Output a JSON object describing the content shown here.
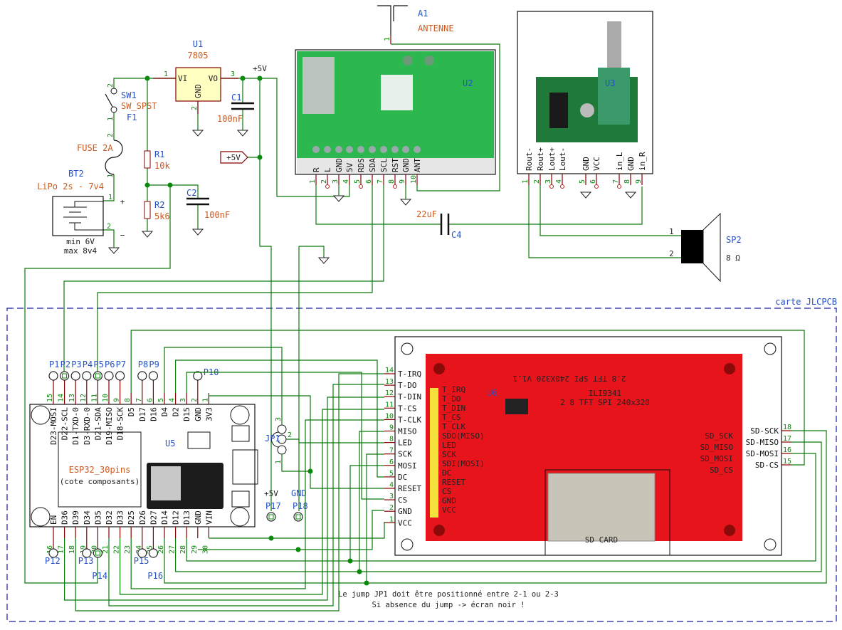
{
  "sheet": {
    "frame_label": "carte JLCPCB",
    "note": [
      "Le jump JP1 doit être positionné entre 2-1 ou 2-3",
      "Si absence du jump -> écran noir !"
    ]
  },
  "colors": {
    "wire": "#0a7a0a",
    "pin": "#840000",
    "reference": "#2450c8",
    "value": "#d05a1e",
    "regulator_fill": "#ffffc2",
    "tft_board": "#e8141c",
    "radio_board": "#22b14c"
  },
  "power": {
    "u1": {
      "ref": "U1",
      "value": "7805",
      "vi": "VI",
      "vo": "VO",
      "gnd": "GND",
      "pin_vi": "1",
      "pin_gnd": "2",
      "pin_vo": "3"
    },
    "sw1": {
      "ref": "SW1",
      "value": "SW_SPST",
      "pin_top": "2",
      "pin_bottom": "1"
    },
    "f1": {
      "ref": "F1",
      "value": "FUSE 2A",
      "pin_top": "2",
      "pin_bottom": "1"
    },
    "bt2": {
      "ref": "BT2",
      "value": "LiPo 2s - 7v4",
      "note_min": "min 6V",
      "note_max": "max 8v4",
      "plus": "+",
      "minus": "−",
      "pin_plus": "1",
      "pin_minus": "2"
    },
    "r1": {
      "ref": "R1",
      "value": "10k"
    },
    "r2": {
      "ref": "R2",
      "value": "5k6"
    },
    "c1": {
      "ref": "C1",
      "value": "100nF"
    },
    "c2": {
      "ref": "C2",
      "value": "100nF"
    },
    "net_5v": "+5V",
    "flag_5v": "+5V"
  },
  "antenna": {
    "ref": "A1",
    "value": "ANTENNE",
    "pin": "1"
  },
  "u2": {
    "ref": "U2",
    "pins": [
      {
        "num": "1",
        "name": "R"
      },
      {
        "num": "2",
        "name": "L"
      },
      {
        "num": "3",
        "name": "GND"
      },
      {
        "num": "4",
        "name": "5V"
      },
      {
        "num": "5",
        "name": "RDS"
      },
      {
        "num": "6",
        "name": "SDA"
      },
      {
        "num": "7",
        "name": "SCL"
      },
      {
        "num": "8",
        "name": "RST"
      },
      {
        "num": "9",
        "name": "GND"
      },
      {
        "num": "10",
        "name": "ANT"
      }
    ]
  },
  "u3": {
    "ref": "U3",
    "pins": [
      {
        "num": "1",
        "name": "Rout-"
      },
      {
        "num": "2",
        "name": "Rout+"
      },
      {
        "num": "3",
        "name": "Lout+"
      },
      {
        "num": "4",
        "name": "Lout-"
      },
      {
        "num": "5",
        "name": "GND"
      },
      {
        "num": "6",
        "name": "VCC"
      },
      {
        "num": "7",
        "name": "in_L"
      },
      {
        "num": "8",
        "name": "GND"
      },
      {
        "num": "9",
        "name": "in_R"
      }
    ]
  },
  "c4": {
    "ref": "C4",
    "value": "22uF"
  },
  "sp2": {
    "ref": "SP2",
    "value": "8 Ω",
    "pin1": "1",
    "pin2": "2"
  },
  "u5": {
    "ref": "U5",
    "value": "ESP32_30pins",
    "subtitle": "(cote composants)",
    "top_pins": [
      {
        "num": "15",
        "name": "D23-MOSI"
      },
      {
        "num": "14",
        "name": "D22-SCL"
      },
      {
        "num": "13",
        "name": "D1-TXD-0"
      },
      {
        "num": "12",
        "name": "D3-RXD-0"
      },
      {
        "num": "11",
        "name": "D21-SDA"
      },
      {
        "num": "10",
        "name": "D19-MISO"
      },
      {
        "num": "9",
        "name": "D18-SCK"
      },
      {
        "num": "8",
        "name": "D5"
      },
      {
        "num": "7",
        "name": "D17"
      },
      {
        "num": "6",
        "name": "D16"
      },
      {
        "num": "5",
        "name": "D4"
      },
      {
        "num": "4",
        "name": "D2"
      },
      {
        "num": "3",
        "name": "D15"
      },
      {
        "num": "2",
        "name": "GND"
      },
      {
        "num": "1",
        "name": "3V3"
      }
    ],
    "bottom_pins": [
      {
        "num": "16",
        "name": "EN"
      },
      {
        "num": "17",
        "name": "D36"
      },
      {
        "num": "18",
        "name": "D39"
      },
      {
        "num": "19",
        "name": "D34"
      },
      {
        "num": "20",
        "name": "D35"
      },
      {
        "num": "21",
        "name": "D32"
      },
      {
        "num": "22",
        "name": "D33"
      },
      {
        "num": "23",
        "name": "D25"
      },
      {
        "num": "24",
        "name": "D26"
      },
      {
        "num": "25",
        "name": "D27"
      },
      {
        "num": "26",
        "name": "D14"
      },
      {
        "num": "27",
        "name": "D12"
      },
      {
        "num": "28",
        "name": "D13"
      },
      {
        "num": "29",
        "name": "GND"
      },
      {
        "num": "30",
        "name": "VIN"
      }
    ]
  },
  "test_points_top": [
    {
      "ref": "P1",
      "pin": "15"
    },
    {
      "ref": "P2",
      "pin": "14"
    },
    {
      "ref": "P3",
      "pin": "13"
    },
    {
      "ref": "P4",
      "pin": "12"
    },
    {
      "ref": "P5",
      "pin": "11"
    },
    {
      "ref": "P6",
      "pin": "10"
    },
    {
      "ref": "P7",
      "pin": "9"
    },
    {
      "ref": "P8",
      "pin": "7"
    },
    {
      "ref": "P9",
      "pin": "6"
    },
    {
      "ref": "P10",
      "pin": "2"
    }
  ],
  "test_points_bottom": [
    {
      "ref": "P12",
      "pin": "16"
    },
    {
      "ref": "P13",
      "pin": "19"
    },
    {
      "ref": "P14",
      "pin": "20"
    },
    {
      "ref": "P15",
      "pin": "24"
    },
    {
      "ref": "P16",
      "pin": "25"
    }
  ],
  "jp1": {
    "ref": "JP1",
    "pin3": "3",
    "pin2": "2",
    "pin1": "1"
  },
  "p17": {
    "ref": "P17",
    "net": "+5V"
  },
  "p18": {
    "ref": "P18",
    "net": "GND"
  },
  "tft": {
    "left_pins": [
      {
        "num": "14",
        "name": "T-IRQ"
      },
      {
        "num": "13",
        "name": "T-DO"
      },
      {
        "num": "12",
        "name": "T-DIN"
      },
      {
        "num": "11",
        "name": "T-CS"
      },
      {
        "num": "10",
        "name": "T-CLK"
      },
      {
        "num": "9",
        "name": "MISO"
      },
      {
        "num": "8",
        "name": "LED"
      },
      {
        "num": "7",
        "name": "SCK"
      },
      {
        "num": "6",
        "name": "MOSI"
      },
      {
        "num": "5",
        "name": "DC"
      },
      {
        "num": "4",
        "name": "RESET"
      },
      {
        "num": "3",
        "name": "CS"
      },
      {
        "num": "2",
        "name": "GND"
      },
      {
        "num": "1",
        "name": "VCC"
      }
    ],
    "right_pins": [
      {
        "num": "18",
        "name": "SD-SCK"
      },
      {
        "num": "17",
        "name": "SD-MISO"
      },
      {
        "num": "16",
        "name": "SD-MOSI"
      },
      {
        "num": "15",
        "name": "SD-CS"
      }
    ],
    "board_title": "2.8 TFT SPI 240X320 V1.1",
    "controller": "ILI9341",
    "description": "2 8 TFT SPI 240x320",
    "sd_label": "SD CARD",
    "u6_ref": "U6",
    "header_silk": [
      "T_IRQ",
      "T_DO",
      "T_DIN",
      "T_CS",
      "T_CLK",
      "SDO(MISO)",
      "LED",
      "SCK",
      "SDI(MOSI)",
      "DC",
      "RESET",
      "CS",
      "GND",
      "VCC"
    ],
    "sd_silk": [
      "SD_SCK",
      "SD_MISO",
      "SD_MOSI",
      "SD_CS"
    ]
  }
}
